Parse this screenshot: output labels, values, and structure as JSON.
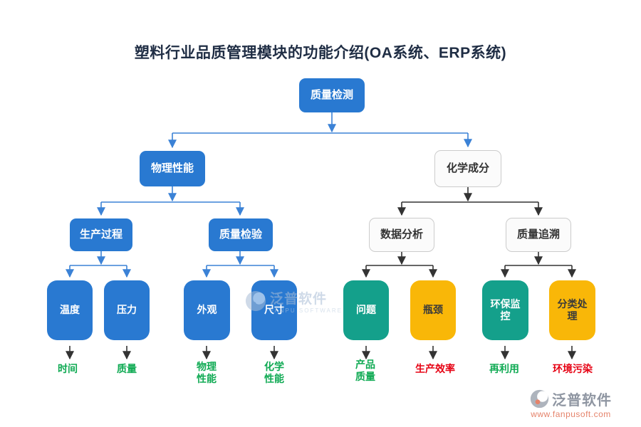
{
  "title": "塑料行业品质管理模块的功能介绍(OA系统、ERP系统)",
  "colors": {
    "node_blue": "#2979d1",
    "node_teal": "#14a08b",
    "node_yellow": "#f9b708",
    "node_white_bg": "#fbfbfb",
    "connector_blue": "#3b82d6",
    "connector_dark": "#333333",
    "label_green": "#0faa53",
    "label_red": "#e60012",
    "title_color": "#1f2d44"
  },
  "nodes": {
    "root": {
      "label": "质量检测"
    },
    "physical": {
      "label": "物理性能"
    },
    "chemical": {
      "label": "化学成分"
    },
    "production": {
      "label": "生产过程"
    },
    "inspection": {
      "label": "质量检验"
    },
    "analysis": {
      "label": "数据分析"
    },
    "trace": {
      "label": "质量追溯"
    },
    "temperature": {
      "label": "温度"
    },
    "pressure": {
      "label": "压力"
    },
    "appearance": {
      "label": "外观"
    },
    "dimension": {
      "label": "尺寸"
    },
    "problem": {
      "label": "问题"
    },
    "bottleneck": {
      "label": "瓶颈"
    },
    "env_monitor": {
      "label": "环保监控"
    },
    "classify": {
      "label": "分类处理"
    }
  },
  "outcomes": {
    "time": {
      "label": "时间"
    },
    "quality": {
      "label": "质量"
    },
    "phys_perf": {
      "label": "物理性能"
    },
    "chem_perf": {
      "label": "化学性能"
    },
    "product": {
      "label": "产品质量"
    },
    "efficiency": {
      "label": "生产效率"
    },
    "reuse": {
      "label": "再利用"
    },
    "pollution": {
      "label": "环境污染"
    }
  },
  "watermarks": {
    "center": {
      "brand": "泛普软件",
      "sub": "FANPU SOFTWARE"
    },
    "corner": {
      "brand": "泛普软件",
      "url": "www.fanpusoft.com"
    }
  }
}
